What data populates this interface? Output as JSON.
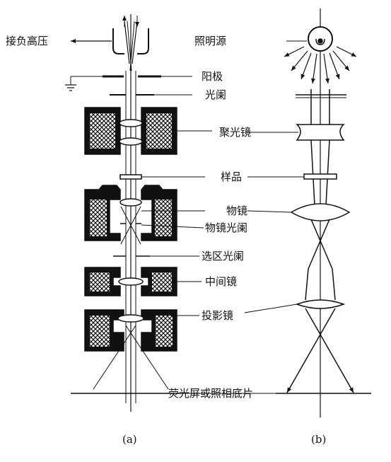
{
  "labels": {
    "high_voltage": "接负高压",
    "illumination_source": "照明源",
    "anode": "阳极",
    "aperture": "光阑",
    "condenser_lens": "聚光镜",
    "specimen": "样品",
    "objective_lens": "物镜",
    "objective_aperture": "物镜光阑",
    "selected_area_aperture": "选区光阑",
    "intermediate_lens": "中间镜",
    "projector_lens": "投影镜",
    "screen_or_film": "荧光屏或照相底片"
  },
  "captions": {
    "a": "(a)",
    "b": "(b)"
  },
  "colors": {
    "ink": "#111111",
    "background": "#ffffff"
  }
}
